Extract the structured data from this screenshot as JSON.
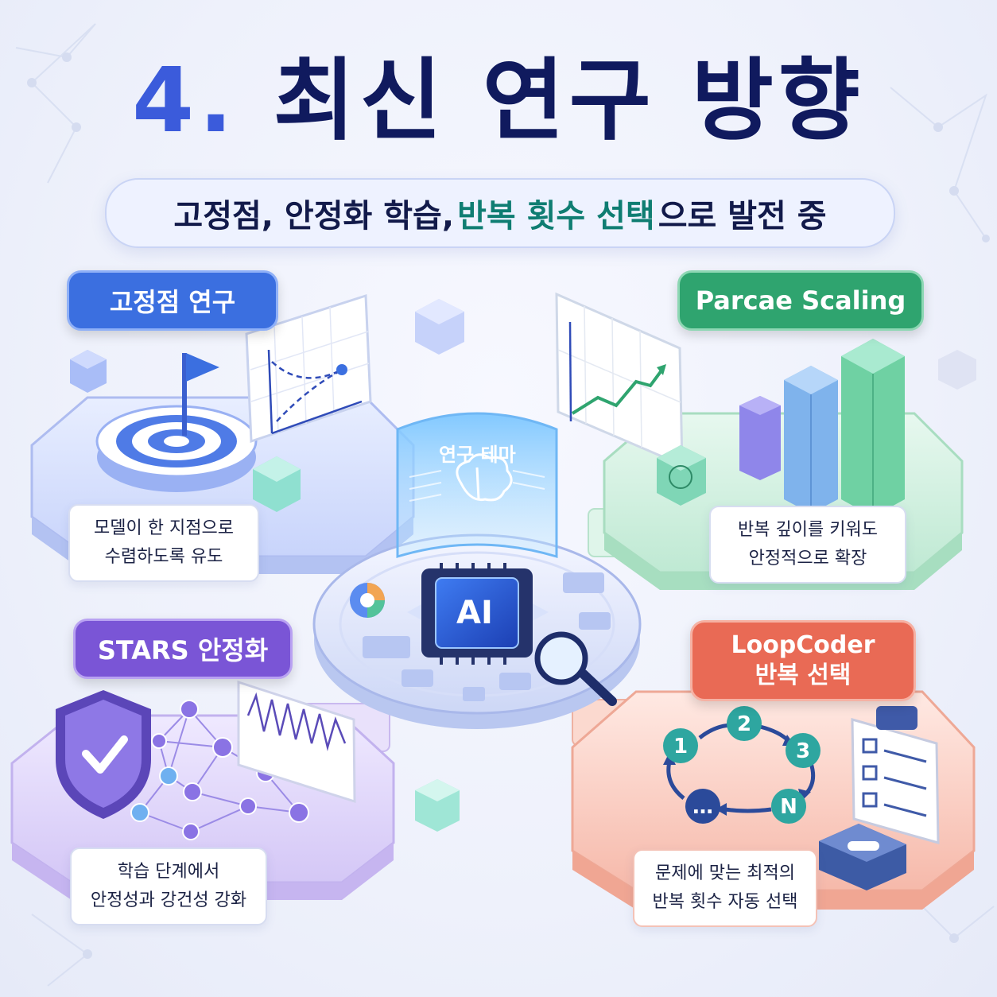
{
  "title": {
    "number": "4.",
    "text": "최신 연구 방향"
  },
  "subtitle": {
    "part1": "고정점, 안정화 학습,",
    "highlight": "반복 횟수 선택",
    "part2": "으로 발전 중"
  },
  "center": {
    "screen_label": "연구 테마",
    "chip_label": "AI"
  },
  "quadrants": {
    "fixed_point": {
      "tag": "고정점 연구",
      "caption_line1": "모델이 한 지점으로",
      "caption_line2": "수렴하도록 유도",
      "color": "#3b6fe0"
    },
    "parcae": {
      "tag": "Parcae Scaling",
      "caption_line1": "반복 깊이를 키워도",
      "caption_line2": "안정적으로 확장",
      "color": "#2fa46f"
    },
    "stars": {
      "tag": "STARS 안정화",
      "caption_line1": "학습 단계에서",
      "caption_line2": "안정성과 강건성 강화",
      "color": "#7a55d6"
    },
    "loopcoder": {
      "tag_line1": "LoopCoder",
      "tag_line2": "반복 선택",
      "caption_line1": "문제에 맞는 최적의",
      "caption_line2": "반복 횟수 자동 선택",
      "color": "#e96a55"
    }
  },
  "loop_steps": [
    "1",
    "2",
    "3",
    "N",
    "…"
  ],
  "icons": [
    "target-icon",
    "flag-icon",
    "convergence-chart-icon",
    "growth-chart-icon",
    "bar-chart-icon",
    "brain-icon",
    "shield-check-icon",
    "network-graph-icon",
    "wave-chart-icon",
    "checklist-icon",
    "magnifier-icon",
    "ai-chip-icon",
    "cycle-arrows-icon"
  ]
}
